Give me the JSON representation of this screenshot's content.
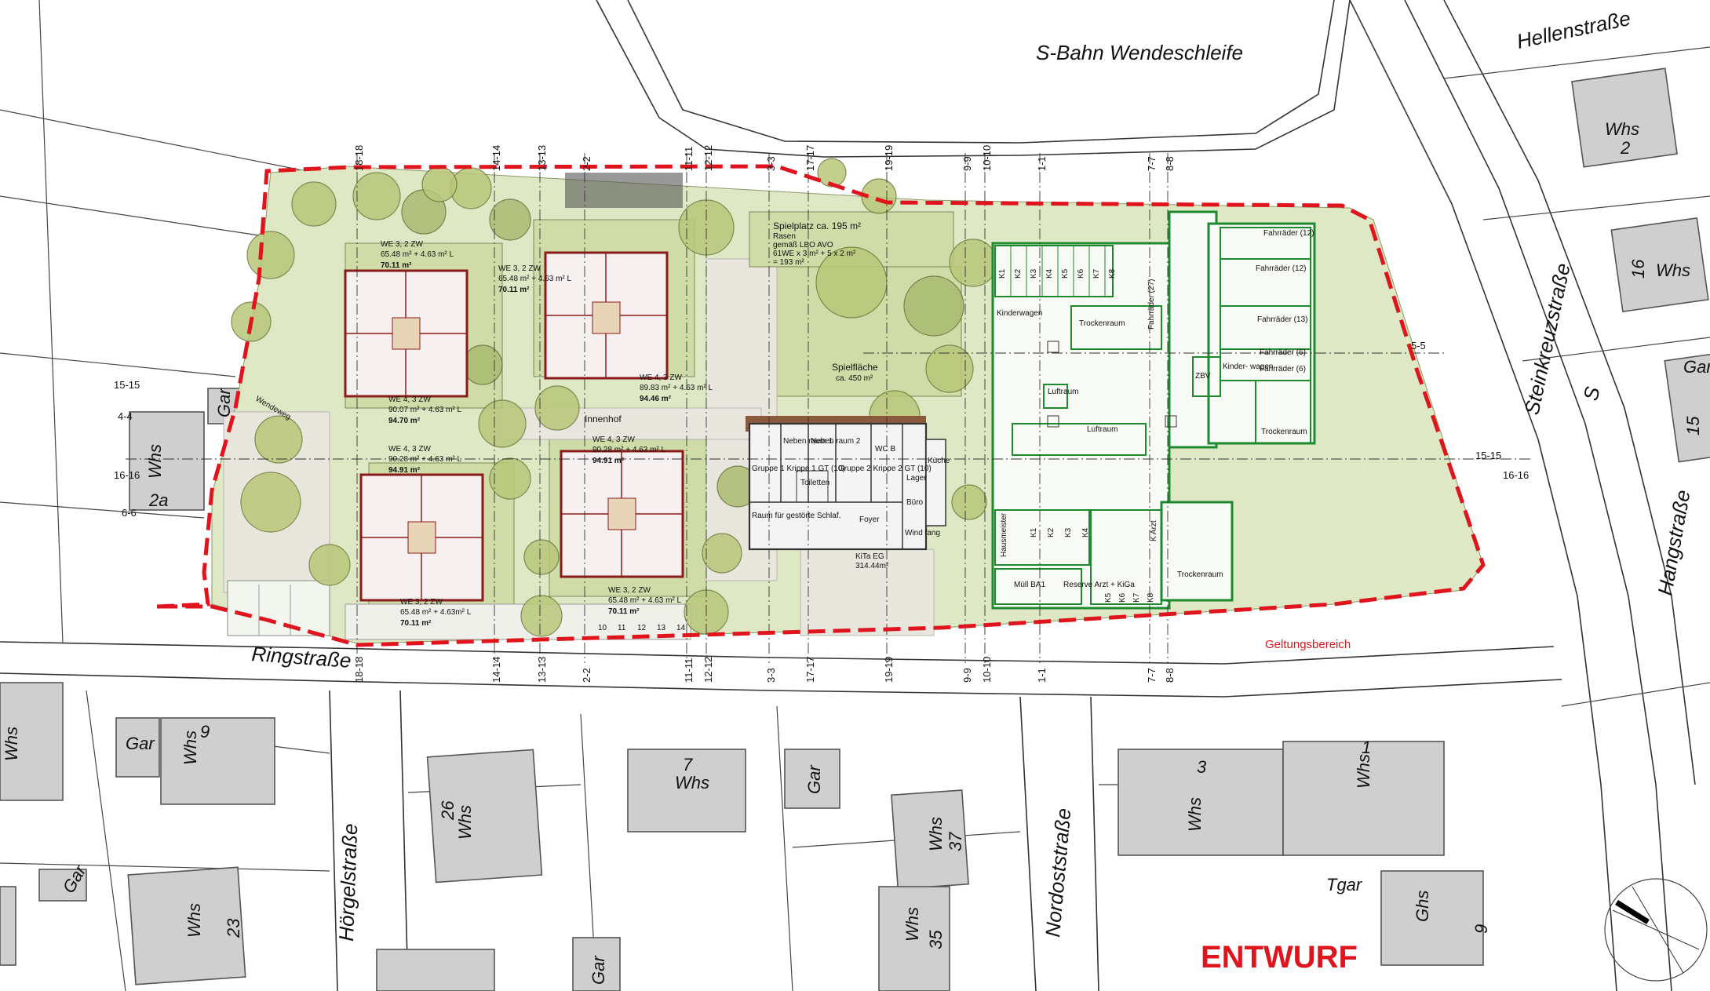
{
  "streets": {
    "sbahn": "S-Bahn Wendeschleife",
    "hellen": "Hellenstraße",
    "steinkreuz": "Steinkreuzstraße",
    "hang": "Hangstraße",
    "ring": "Ringstraße",
    "hoergel": "Hörgelstraße",
    "nordost": "Nordoststraße",
    "s": "S",
    "wendeweg": "Wendeweg"
  },
  "neighbors": {
    "whs": "Whs",
    "gar": "Gar",
    "tgar": "Tgar",
    "ghs": "Ghs",
    "n2": "2",
    "n16": "16",
    "n15": "15",
    "n2a": "2a",
    "n9a": "9",
    "n26": "26",
    "n7": "7",
    "n37": "37",
    "n23": "23",
    "n35": "35",
    "n3": "3",
    "n1": "1",
    "n9b": "9"
  },
  "axes": {
    "a1818": "18-18",
    "a1414": "14-14",
    "a1313": "13-13",
    "a22": "2-2",
    "a1111": "11-11",
    "a1212": "12-12",
    "a33": "3-3",
    "a1717": "17-17",
    "a1919": "19-19",
    "a99": "9-9",
    "a1010": "10-10",
    "a11": "1-1",
    "a77": "7-7",
    "a88": "8-8",
    "a55": "5-5",
    "a1515": "15-15",
    "a44": "4-4",
    "a1616": "16-16",
    "a66": "6-6"
  },
  "labels": {
    "innenhof": "Innenhof",
    "spielflaeche": "Spielfläche",
    "spielflaeche_area": "ca. 450 m²",
    "spielplatz": "Spielplatz ca. 195 m²",
    "spielplatz_d1": "Rasen",
    "spielplatz_d2": "gemäß LBO AVO",
    "spielplatz_d3": "61WE x 3 m² + 5 x 2 m²",
    "spielplatz_d4": "= 193 m²",
    "geltungsbereich": "Geltungsbereich",
    "entwurf": "ENTWURF"
  },
  "units": {
    "u1_t": "WE 3, 2 ZW",
    "u1_a": "65.48 m² + 4.63 m² L",
    "u1_s": "70.11 m²",
    "u2_t": "WE 3, 2 ZW",
    "u2_a": "65.48 m² + 4.63 m² L",
    "u2_s": "70.11 m²",
    "u3_t": "WE 4, 3 ZW",
    "u3_a": "89.83 m² + 4.63 m² L",
    "u3_s": "94.46 m²",
    "u4_t": "WE 4, 3 ZW",
    "u4_a": "90.07 m² + 4.63 m² L",
    "u4_s": "94.70 m²",
    "u5_t": "WE 4, 3 ZW",
    "u5_a": "90.28 m² + 4.63 m² L",
    "u5_s": "94.91 m²",
    "u6_t": "WE 4, 3 ZW",
    "u6_a": "90.28 m² + 4.63 m² L",
    "u6_s": "94.91 m²",
    "u7_t": "WE 3, 2 ZW",
    "u7_a": "65.48 m² + 4.63m² L",
    "u7_s": "70.11 m²",
    "u8_t": "WE 3, 2 ZW",
    "u8_a": "65.48 m² + 4.63 m² L",
    "u8_s": "70.11 m²"
  },
  "kita": {
    "neben1": "Neben raum 1",
    "neben2": "Neben raum 2",
    "wcb": "WC B",
    "krippe1": "Gruppe 1 Krippe 1 GT (10)",
    "krippe2": "Gruppe 2 Krippe 2 GT (10)",
    "toiletten": "Toiletten",
    "lager": "Lager",
    "buero": "Büro",
    "kueche": "Küche",
    "raum": "Raum für gestörte Schlaf.",
    "foyer": "Foyer",
    "windfang": "Wind fang",
    "title": "KiTa EG",
    "area": "314.44m²"
  },
  "garage": {
    "k1": "K1",
    "k2": "K2",
    "k3": "K3",
    "k4": "K4",
    "k5": "K5",
    "k6": "K6",
    "k7": "K7",
    "k8": "K8",
    "kinderwagen": "Kinderwagen",
    "trockenraum": "Trockenraum",
    "luftraum": "Luftraum",
    "fahrraeder27": "Fahrräder (27)",
    "fahrraeder12a": "Fahrräder (12)",
    "fahrraeder12b": "Fahrräder (12)",
    "fahrraeder13": "Fahrräder (13)",
    "fahrraeder6a": "Fahrräder (6)",
    "fahrraeder6b": "Fahrräder (6)",
    "zbv": "ZBV",
    "kinderwagen2": "Kinder- wagen",
    "hausmeister": "Hausmeister",
    "karzt": "K Arzt",
    "muell": "Müll BA1",
    "reserve": "Reserve Arzt + KiGa",
    "parking": [
      "10",
      "11",
      "12",
      "13",
      "14"
    ]
  }
}
